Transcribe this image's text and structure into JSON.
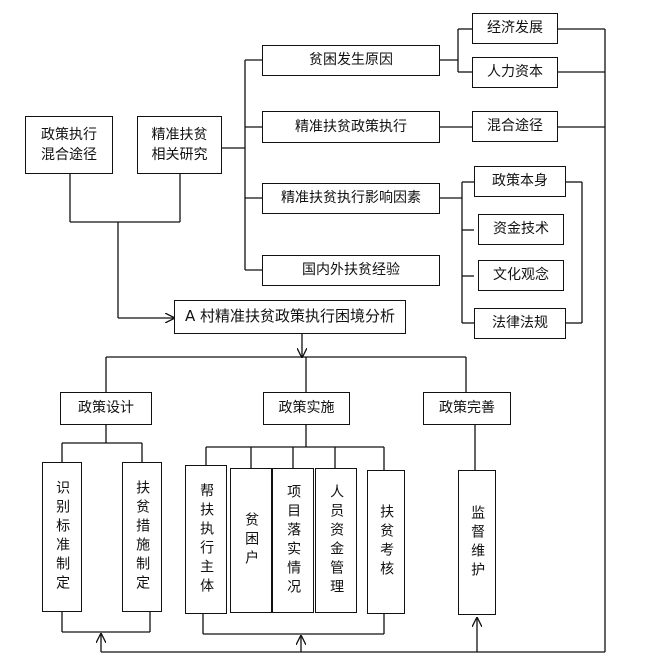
{
  "boxes": {
    "policy_mixed": "政策执行\n混合途径",
    "precision_study": "精准扶贫\n相关研究",
    "poverty_causes": "贫困发生原因",
    "economic_dev": "经济发展",
    "human_capital": "人力资本",
    "policy_exec": "精准扶贫政策执行",
    "mixed_path": "混合途径",
    "influence_factors": "精准扶贫执行影响因素",
    "policy_itself": "政策本身",
    "fund_tech": "资金技术",
    "culture": "文化观念",
    "law": "法律法规",
    "domestic_intl": "国内外扶贫经验",
    "core": "A 村精准扶贫政策执行困境分析",
    "policy_design": "政策设计",
    "policy_impl": "政策实施",
    "policy_improve": "政策完善",
    "identify_std": "识别标准制定",
    "measures": "扶贫措施制定",
    "executor": "帮扶执行主体",
    "poor_household": "贫困户",
    "project": "项目落实情况",
    "personnel": "人员资金管理",
    "assessment": "扶贫考核",
    "supervision": "监督维护"
  }
}
